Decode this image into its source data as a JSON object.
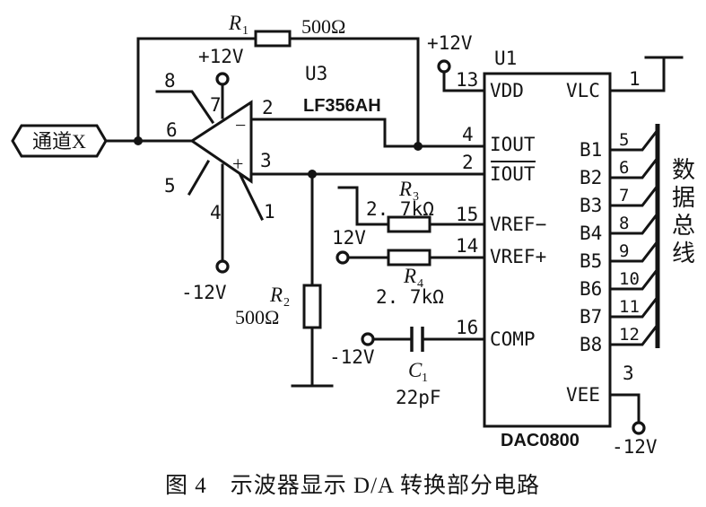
{
  "opamp": {
    "ref": "U3",
    "part": "LF356AH",
    "pin8": "8",
    "pin7": "7",
    "pin6": "6",
    "pin5": "5",
    "pin4": "4",
    "pin2": "2",
    "pin3": "3",
    "pin1": "1",
    "minus": "−",
    "plus": "+"
  },
  "input_label": "通道X",
  "supplies": {
    "opamp_pos": "+12V",
    "opamp_neg": "-12V",
    "dac_vdd": "+12V",
    "vref_pos": "12V",
    "comp_neg": "-12V",
    "vee_neg": "-12V"
  },
  "resistors": {
    "r1": {
      "name": "R",
      "sub": "1",
      "value": "500Ω"
    },
    "r2": {
      "name": "R",
      "sub": "2",
      "value": "500Ω"
    },
    "r3": {
      "name": "R",
      "sub": "3",
      "value": "2. 7kΩ"
    },
    "r4": {
      "name": "R",
      "sub": "4",
      "value": "2. 7kΩ"
    }
  },
  "capacitor": {
    "name": "C",
    "sub": "1",
    "value": "22pF"
  },
  "dac": {
    "ref": "U1",
    "part": "DAC0800",
    "vdd": "VDD",
    "vdd_pin": "13",
    "vlc": "VLC",
    "vlc_pin": "1",
    "iout": "IOUT",
    "iout_pin": "4",
    "iout_bar": "IOUT",
    "iout_bar_pin": "2",
    "vref_minus": "VREF−",
    "vref_minus_pin": "15",
    "vref_plus": "VREF+",
    "vref_plus_pin": "14",
    "comp": "COMP",
    "comp_pin": "16",
    "vee": "VEE",
    "vee_pin": "3",
    "bits": [
      {
        "label": "B1",
        "pin": "5"
      },
      {
        "label": "B2",
        "pin": "6"
      },
      {
        "label": "B3",
        "pin": "7"
      },
      {
        "label": "B4",
        "pin": "8"
      },
      {
        "label": "B5",
        "pin": "9"
      },
      {
        "label": "B6",
        "pin": "10"
      },
      {
        "label": "B7",
        "pin": "11"
      },
      {
        "label": "B8",
        "pin": "12"
      }
    ]
  },
  "bus_label": [
    "数",
    "据",
    "总",
    "线"
  ],
  "caption": "图 4　示波器显示 D/A 转换部分电路"
}
